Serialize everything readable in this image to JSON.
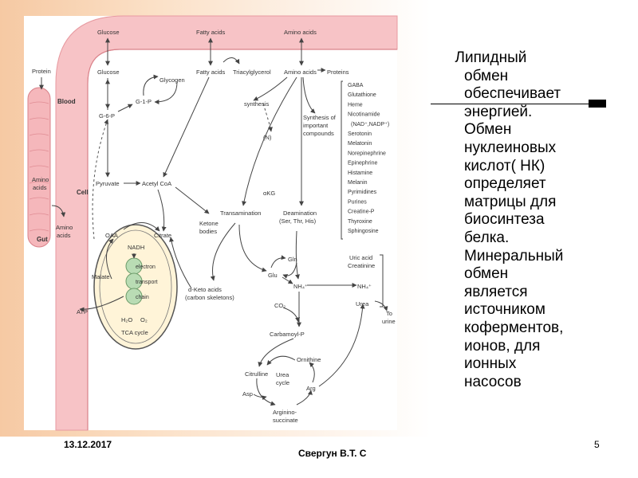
{
  "side_text": {
    "lines": [
      "  Липидный",
      "обмен",
      "обеспечивает",
      "энергией.",
      "Обмен",
      "нуклеиновых",
      "кислот( НК)",
      "определяет",
      "матрицы для",
      "биосинтеза",
      "белка.",
      "Минеральный",
      "обмен",
      "является",
      "источником",
      "коферментов,",
      "ионов, для",
      "ионных",
      "насосов"
    ]
  },
  "footer": {
    "date": "13.12.2017",
    "author": "Свергун В.Т. С",
    "page": "5"
  },
  "diagram": {
    "labels": {
      "protein": "Protein",
      "blood": "Blood",
      "amino_acids_gut_1": "Amino",
      "amino_acids_gut_2": "acids",
      "gut": "Gut",
      "amino_acids_blood_1": "Amino",
      "amino_acids_blood_2": "acids",
      "cell": "Cell",
      "glucose_top": "Glucose",
      "fatty_acids_top": "Fatty acids",
      "amino_acids_top": "Amino acids",
      "glucose": "Glucose",
      "glycogen": "Glycogen",
      "fatty_acids": "Fatty acids",
      "triacylglycerol": "Triacylglycerol",
      "amino_acids": "Amino acids",
      "proteins": "Proteins",
      "g6p": "G-6-P",
      "g1p": "G-1-P",
      "synthesis": "synthesis",
      "synth_important_1": "Synthesis of",
      "synth_important_2": "important",
      "synth_important_3": "compounds",
      "n": "(N)",
      "pyruvate": "Pyruvate",
      "acetyl_coa": "Acetyl CoA",
      "akg": "αKG",
      "transamination": "Transamination",
      "deamination_1": "Deamination",
      "deamination_2": "(Ser, Thr, His)",
      "oaa": "OAA",
      "nadh": "NADH",
      "citrate": "Citrate",
      "ketone_1": "Ketone",
      "ketone_2": "bodies",
      "malate": "Malate",
      "electron": "electron",
      "transport": "transport",
      "chain": "chain",
      "atp": "ATP",
      "h2o": "H₂O",
      "o2": "O₂",
      "tca": "TCA cycle",
      "gln": "Gln",
      "glu": "Glu",
      "nh4_1": "NH₄⁺",
      "nh4_2": "NH₄⁺",
      "keto_1": "α-Keto acids",
      "keto_2": "(carbon skeletons)",
      "co2": "CO₂",
      "urea": "Urea",
      "to_urine_1": "To",
      "to_urine_2": "urine",
      "carbamoyl": "Carbamoyl-P",
      "ornithine": "Ornithine",
      "citrulline": "Citrulline",
      "urea_cycle_1": "Urea",
      "urea_cycle_2": "cycle",
      "asp": "Asp",
      "arg": "Arg",
      "arginino_1": "Arginino-",
      "arginino_2": "succinate",
      "uric_acid": "Uric acid",
      "creatinine": "Creatinine"
    },
    "compounds": [
      "GABA",
      "Glutathione",
      "Heme",
      "Nicotinamide",
      "(NAD⁺,NADP⁺)",
      "Serotonin",
      "Melatonin",
      "Norepinephrine",
      "Epinephrine",
      "Histamine",
      "Melanin",
      "Pyrimidines",
      "Purines",
      "Creatine-P",
      "Thyroxine",
      "Sphingosine"
    ],
    "colors": {
      "vessel": "#f7c3c6",
      "vessel_edge": "#e79aa0",
      "gut_tube": "#f5b7bb",
      "mito_fill": "#fff4d8",
      "etc_fill": "#b9dcb4",
      "line": "#444444"
    }
  }
}
